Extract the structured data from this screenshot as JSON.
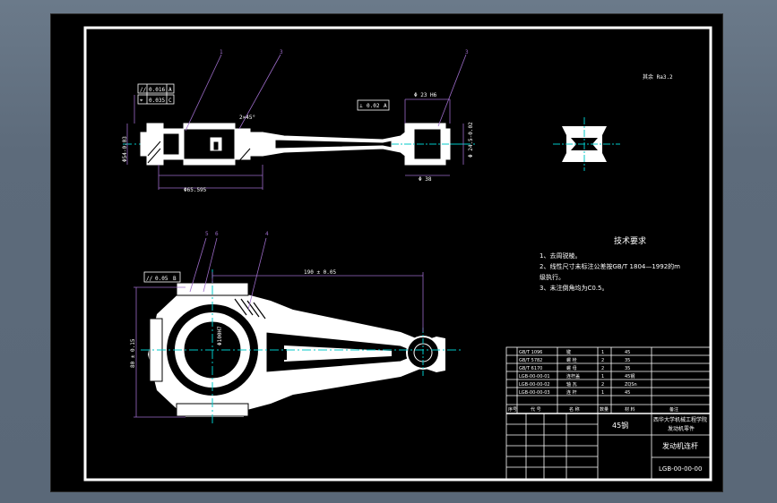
{
  "drawing": {
    "balloons": [
      "1",
      "3",
      "3",
      "5",
      "6",
      "4"
    ],
    "top_view": {
      "tolerance_frame_1": {
        "symbol": "//",
        "value": "0.016",
        "datum": "A"
      },
      "tolerance_frame_2": {
        "symbol": "⌖",
        "value": "0.035",
        "datum": "C"
      },
      "tolerance_frame_3": {
        "symbol": "⊥",
        "value": "0.02",
        "datum": "A"
      },
      "dim_left_dia": "Φ54-0.03",
      "dim_bore": "Φ65.595",
      "dim_right_bore": "Φ 24.5-0.02",
      "dim_right_top": "Φ 23 H6",
      "dim_right_bottom": "Φ 38",
      "small_note_left": "2×45°",
      "ra_note": "其余 Ra3.2"
    },
    "bottom_view": {
      "tolerance_frame": {
        "symbol": "//",
        "value": "0.05",
        "datum": "B"
      },
      "dim_length": "190 ± 0.05",
      "dim_big_bore": "Φ100H7",
      "dim_height": "80 ± 0.15"
    },
    "tech_requirements": {
      "title": "技术要求",
      "items": [
        "1、去周锐棱。",
        "2、线性尺寸未标注公差按GB/T 1804—1992的m",
        "级执行。",
        "3、未注倒角均为C0.5。"
      ]
    },
    "title_block": {
      "material": "45钢",
      "school": "西华大学机械工程学院",
      "school_sub": "发动机零件",
      "part_name": "发动机连杆",
      "drawing_no": "LGB-00-00-00",
      "rows": [
        [
          "GB/T 1096",
          "键",
          "1",
          "45"
        ],
        [
          "GB/T 5782",
          "螺 栓",
          "2",
          "35"
        ],
        [
          "GB/T 6170",
          "螺 母",
          "2",
          "35"
        ],
        [
          "LGB-00-00-01",
          "连杆盖",
          "1",
          "45钢"
        ],
        [
          "LGB-00-00-02",
          "轴 瓦",
          "2",
          "ZQSn"
        ],
        [
          "LGB-00-00-03",
          "连 杆",
          "1",
          "45"
        ]
      ],
      "header": [
        "序号",
        "代 号",
        "名 称",
        "数量",
        "材 料",
        "备注"
      ]
    }
  }
}
